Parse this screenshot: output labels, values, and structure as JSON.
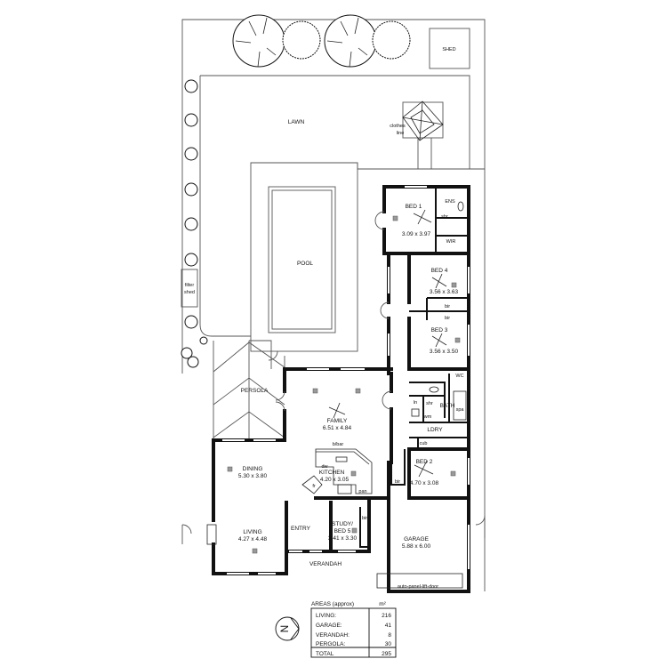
{
  "plan": {
    "site": {
      "shed": "SHED",
      "lawn": "LAWN",
      "clothes_line": [
        "clothes",
        "line"
      ],
      "pool": "POOL",
      "filter_shed": [
        "filter",
        "shed"
      ],
      "pergola": "PERSOLA"
    },
    "rooms": {
      "bed1": {
        "name": "BED 1",
        "dims": "3.09 x 3.97"
      },
      "ens": "ENS",
      "ens_shr": "shr",
      "wir": "WIR",
      "bed4": {
        "name": "BED 4",
        "dims": "3.56 x 3.63"
      },
      "bir1": "bir",
      "bir2": "bir",
      "bed3": {
        "name": "BED 3",
        "dims": "3.56 x 3.50"
      },
      "wc": "WC",
      "ln": "ln",
      "bath_shr": "shr",
      "bath": "BATH",
      "spa": "spa",
      "wm": "wm",
      "ldry": "LDRY",
      "cub": "cub",
      "family": {
        "name": "FAMILY",
        "dims": "6.51 x 4.84"
      },
      "bbar": "b/bar",
      "dw": "dw",
      "kitchen": {
        "name": "KITCHEN",
        "dims": "4.20 x 3.05"
      },
      "fr": "fr",
      "pan": "pan",
      "dining": {
        "name": "DINING",
        "dims": "5.30 x 3.80"
      },
      "living": {
        "name": "LIVING",
        "dims": "4.27 x 4.48"
      },
      "entry": "ENTRY",
      "study": {
        "name1": "STUDY/",
        "name2": "BED 5",
        "dims": "3.41 x 3.30"
      },
      "study_bir": "bir",
      "verandah": "VERANDAH",
      "bed2": {
        "name": "BED 2",
        "dims": "4.70 x 3.08"
      },
      "bed2_bir": "bir",
      "garage": {
        "name": "GARAGE",
        "dims": "5.88 x 6.00"
      },
      "garage_door": "auto-panel-lift-door"
    }
  },
  "areas": {
    "title": "AREAS (approx)",
    "unit": "m²",
    "rows": [
      {
        "label": "LIVING:",
        "value": "216"
      },
      {
        "label": "GARAGE:",
        "value": "41"
      },
      {
        "label": "VERANDAH:",
        "value": "8"
      },
      {
        "label": "PERGOLA:",
        "value": "30"
      }
    ],
    "total": {
      "label": "TOTAL",
      "value": "295"
    }
  },
  "north": {
    "label": "N"
  }
}
